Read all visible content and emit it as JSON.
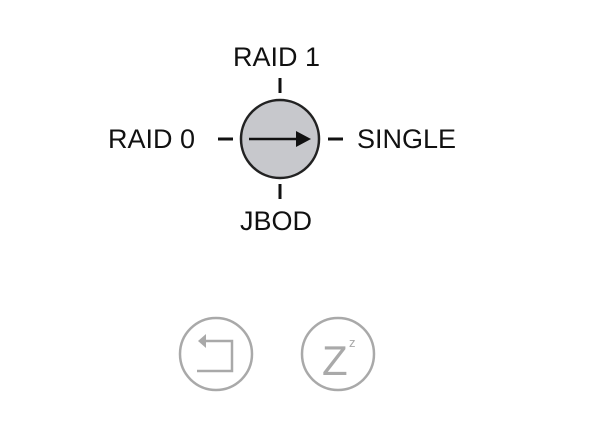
{
  "selector": {
    "positions": {
      "top": "RAID 1",
      "left": "RAID 0",
      "right": "SINGLE",
      "bottom": "JBOD"
    },
    "current_position": "SINGLE",
    "knob_fill": "#c7c8cc",
    "outline_color": "#222222"
  },
  "buttons": {
    "back_icon": "back-arrow-icon",
    "sleep_icon": "sleep-z-icon",
    "sleep_glyph": "Z",
    "sleep_glyph_small": "z",
    "button_color": "#a9a9a9"
  }
}
